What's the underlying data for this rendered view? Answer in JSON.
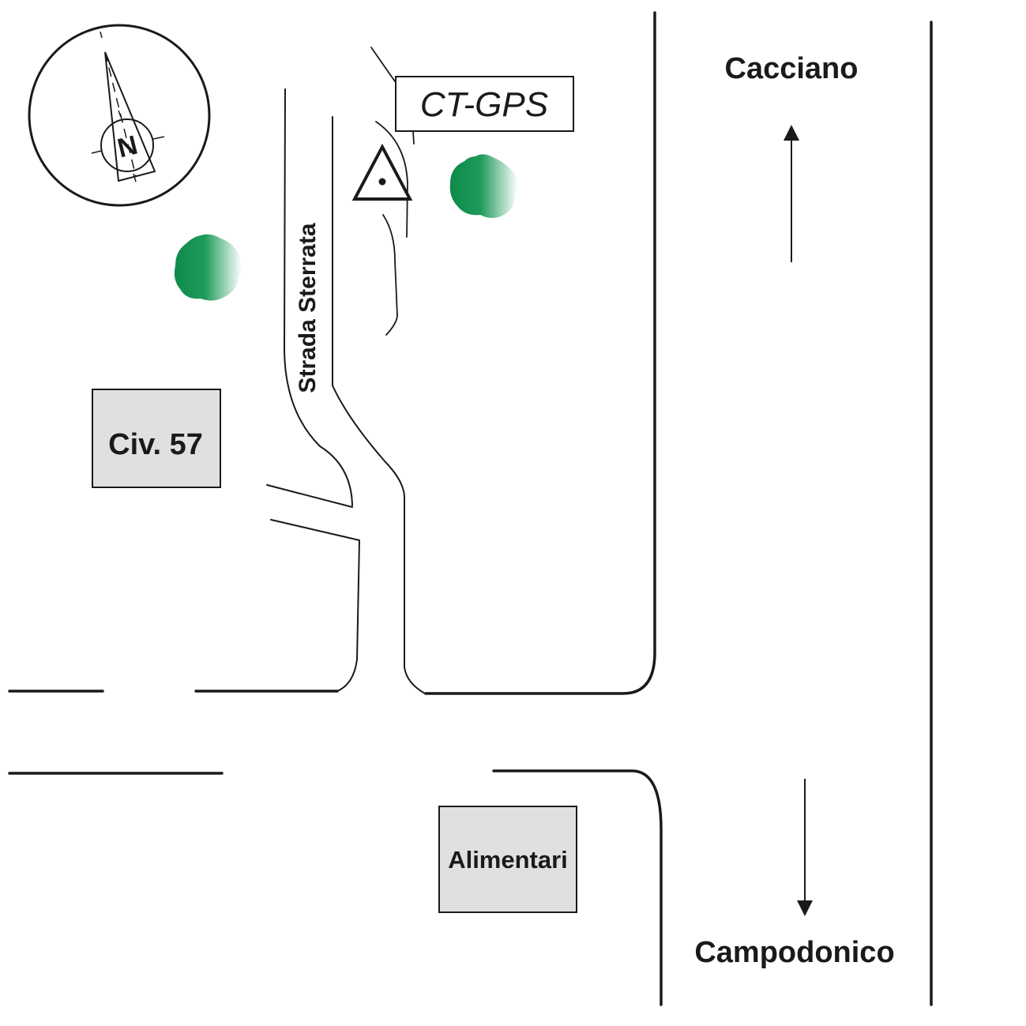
{
  "map": {
    "north_label": "N",
    "station_label": "CT-GPS",
    "road_label": "Strada Sterrata",
    "building_civ_label": "Civ. 57",
    "building_shop_label": "Alimentari",
    "direction_north_label": "Cacciano",
    "direction_south_label": "Campodonico",
    "icons": [
      "compass-icon",
      "triangulation-point-icon",
      "tree-icon",
      "arrow-up-icon",
      "arrow-down-icon"
    ],
    "colors": {
      "building_fill": "#e0e0e0",
      "tree_dark": "#0e8a4a",
      "tree_light": "#ffffff",
      "line": "#1a1a1a"
    }
  }
}
